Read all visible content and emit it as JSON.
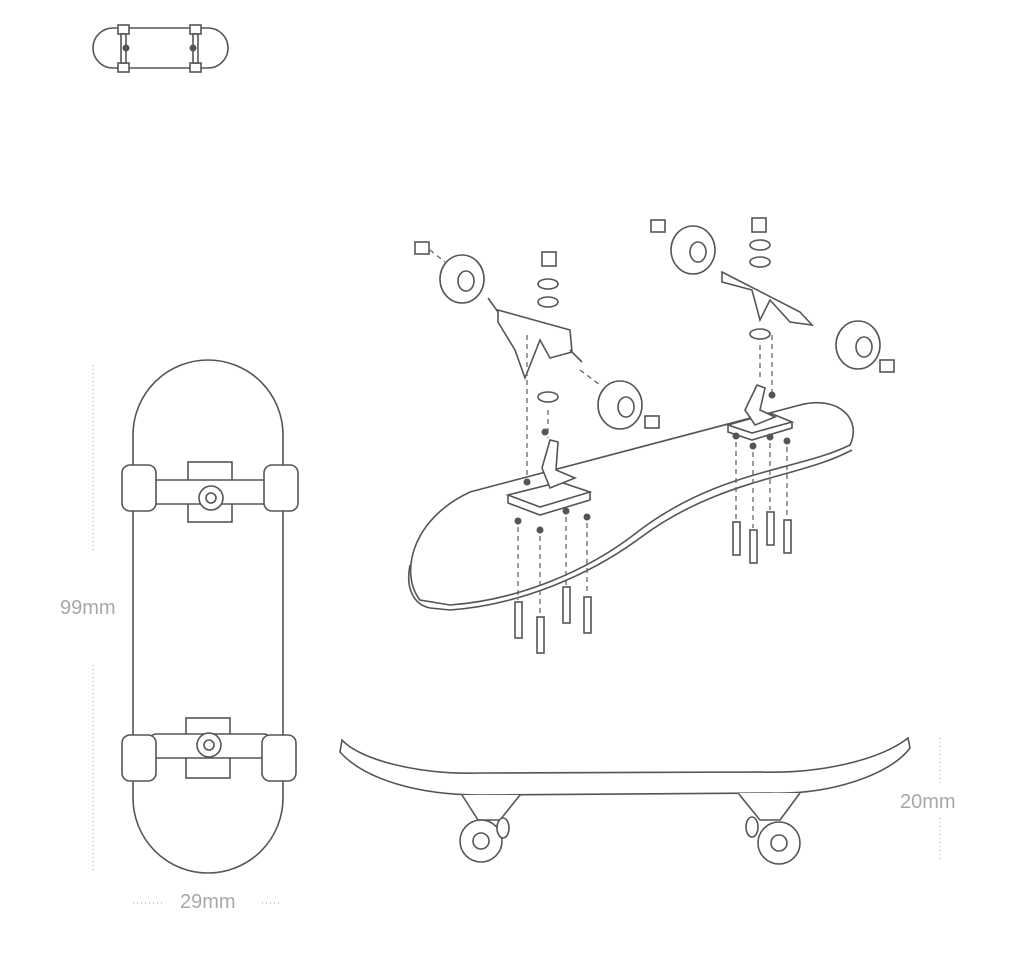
{
  "dimensions": {
    "length": "99mm",
    "width": "29mm",
    "height": "20mm"
  },
  "colors": {
    "line": "#555555",
    "label": "#a8a8a8"
  }
}
